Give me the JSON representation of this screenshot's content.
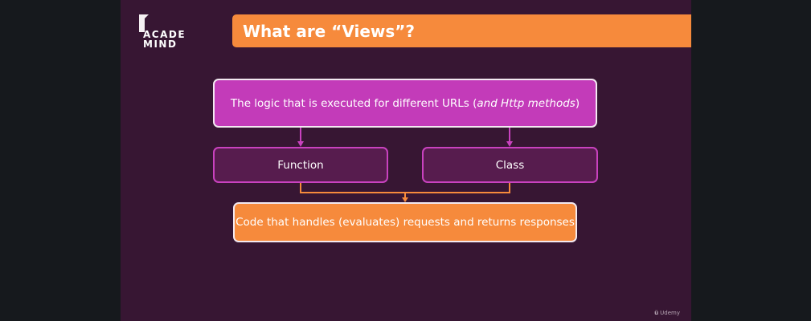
{
  "logo": {
    "line1": "ACADE",
    "line2": "MIND"
  },
  "slide": {
    "title": "What are “Views”?"
  },
  "diagram": {
    "top": {
      "text_plain": "The logic that is executed for different URLs (",
      "text_italic": "and Http methods",
      "text_end": ")"
    },
    "left": {
      "text": "Function"
    },
    "right": {
      "text": "Class"
    },
    "bottom": {
      "text": "Code that handles (evaluates) requests and returns responses"
    }
  },
  "watermark": {
    "icon": "udemy-icon",
    "text": "Udemy"
  },
  "colors": {
    "slide_bg": "#371633",
    "accent_orange": "#f68a3c",
    "accent_magenta": "#c33bb9",
    "dark_magenta": "#571c4e"
  }
}
